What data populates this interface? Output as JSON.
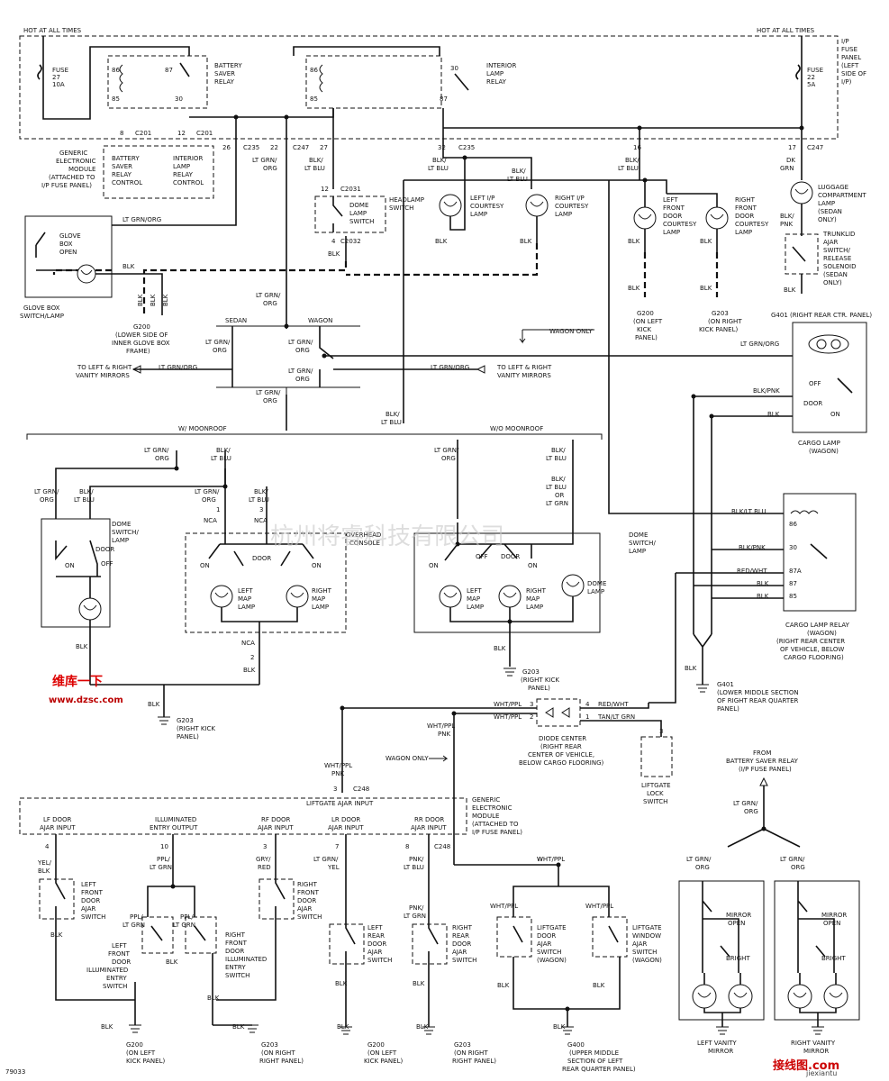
{
  "labels": {
    "hot_left": "HOT AT ALL TIMES",
    "hot_right": "HOT AT ALL TIMES",
    "ip_fuse_panel": [
      "I/P",
      "FUSE",
      "PANEL",
      "(LEFT",
      "SIDE OF",
      "I/P)"
    ],
    "fuse27": [
      "FUSE",
      "27",
      "10A"
    ],
    "fuse22": [
      "FUSE",
      "22",
      "5A"
    ],
    "battery_saver_relay": [
      "BATTERY",
      "SAVER",
      "RELAY"
    ],
    "interior_lamp_relay": [
      "INTERIOR",
      "LAMP",
      "RELAY"
    ],
    "relay_pins_bsr": [
      "86",
      "87",
      "85",
      "30"
    ],
    "relay_pins_ilr": [
      "86",
      "30",
      "85",
      "87"
    ],
    "conn_c201_a": "C201",
    "conn_c201_b": "C201",
    "conn_c235_a": "C235",
    "conn_c247_a": "C247",
    "conn_c235_b": "C235",
    "conn_c247_b": "C247",
    "pin_8": "8",
    "pin_12": "12",
    "pin_26": "26",
    "pin_22": "22",
    "pin_27": "27",
    "pin_32": "32",
    "pin_16": "16",
    "pin_17": "17",
    "gem_top": [
      "GENERIC",
      "ELECTRONIC",
      "MODULE",
      "(ATTACHED TO",
      "I/P FUSE PANEL)"
    ],
    "bsr_control": [
      "BATTERY",
      "SAVER",
      "RELAY",
      "CONTROL"
    ],
    "ilr_control": [
      "INTERIOR",
      "LAMP",
      "RELAY",
      "CONTROL"
    ],
    "w_ltgrn_org_1": [
      "LT GRN/",
      "ORG"
    ],
    "w_blk_ltblu_1": [
      "BLK/",
      "LT BLU"
    ],
    "w_blk_ltblu_2": [
      "BLK/",
      "LT BLU"
    ],
    "w_blk_ltblu_3": [
      "BLK/",
      "LT BLU"
    ],
    "w_blk_ltblu_4": [
      "BLK/",
      "LT BLU"
    ],
    "w_dk_grn": [
      "DK",
      "GRN"
    ],
    "c2031": "C2031",
    "c2032": "C2032",
    "pin_12b": "12",
    "pin_4": "4",
    "dome_lamp_switch": [
      "DOME",
      "LAMP",
      "SWITCH"
    ],
    "headlamp_switch": [
      "HEADLAMP",
      "SWITCH"
    ],
    "left_ip_courtesy": [
      "LEFT I/P",
      "COURTESY",
      "LAMP"
    ],
    "right_ip_courtesy": [
      "RIGHT I/P",
      "COURTESY",
      "LAMP"
    ],
    "left_front_door_courtesy": [
      "LEFT",
      "FRONT",
      "DOOR",
      "COURTESY",
      "LAMP"
    ],
    "right_front_door_courtesy": [
      "RIGHT",
      "FRONT",
      "DOOR",
      "COURTESY",
      "LAMP"
    ],
    "luggage_lamp": [
      "LUGGAGE",
      "COMPARTMENT",
      "LAMP",
      "(SEDAN",
      "ONLY)"
    ],
    "trunklid_switch": [
      "TRUNKLID",
      "AJAR",
      "SWITCH/",
      "RELEASE",
      "SOLENOID",
      "(SEDAN",
      "ONLY)"
    ],
    "blk_pnk": [
      "BLK/",
      "PNK"
    ],
    "glove_box": [
      "GLOVE",
      "BOX",
      "OPEN"
    ],
    "glove_box_switch": [
      "GLOVE BOX",
      "SWITCH/LAMP"
    ],
    "ltgrn_org_glove": "LT GRN/ORG",
    "blk": "BLK",
    "g200_a": [
      "G200",
      "(LOWER SIDE OF",
      "INNER GLOVE BOX",
      "FRAME)"
    ],
    "g200_b": [
      "G200",
      "(ON LEFT",
      "KICK",
      "PANEL)"
    ],
    "g203_a": [
      "G203",
      "(ON RIGHT",
      "KICK PANEL)"
    ],
    "g401_a": "G401 (RIGHT REAR CTR. PANEL)",
    "sedan": "SEDAN",
    "wagon": "WAGON",
    "wagon_only": "WAGON ONLY",
    "wagon_only_2": "WAGON ONLY",
    "to_vanity_left": [
      "TO LEFT & RIGHT",
      "VANITY MIRRORS"
    ],
    "to_vanity_right": [
      "TO LEFT & RIGHT",
      "VANITY MIRRORS"
    ],
    "lt_grn_org": "LT GRN/ORG",
    "lt_grn_org_b": "LT GRN/ORG",
    "lt_grn_org_c": "LT GRN/ORG",
    "lt_grn_org_v": [
      "LT GRN/",
      "ORG"
    ],
    "blk_pnk_h": "BLK/PNK",
    "blk_pnk_h2": "BLK/PNK",
    "blk_ltblu_h": "BLK/LT BLU",
    "red_wht": "RED/WHT",
    "red_wht_2": "RED/WHT",
    "cargo_lamp": [
      "CARGO LAMP",
      "(WAGON)"
    ],
    "cargo_sw": [
      "OFF",
      "DOOR",
      "ON"
    ],
    "cargo_relay": [
      "CARGO LAMP RELAY",
      "(WAGON)",
      "(RIGHT REAR CENTER",
      "OF VEHICLE, BELOW",
      "CARGO FLOORING)"
    ],
    "cargo_relay_pins": [
      "86",
      "30",
      "87A",
      "87",
      "85"
    ],
    "w_moonroof": "W/ MOONROOF",
    "wo_moonroof": "W/O MOONROOF",
    "dome_switch_lamp": [
      "DOME",
      "SWITCH/",
      "LAMP"
    ],
    "dome_switch_lamp_2": [
      "DOME",
      "SWITCH/",
      "LAMP"
    ],
    "overhead_console": [
      "OVERHEAD",
      "CONSOLE"
    ],
    "on": "ON",
    "off": "OFF",
    "door": "DOOR",
    "nca": "NCA",
    "left_map_lamp": [
      "LEFT",
      "MAP",
      "LAMP"
    ],
    "right_map_lamp": [
      "RIGHT",
      "MAP",
      "LAMP"
    ],
    "dome_lamp": [
      "DOME",
      "LAMP"
    ],
    "blk_ltblu_or_ltgrn": [
      "BLK/",
      "LT BLU",
      "OR",
      "LT GRN"
    ],
    "g203_b": [
      "G203",
      "(RIGHT KICK",
      "PANEL)"
    ],
    "g203_c": [
      "G203",
      "(RIGHT KICK",
      "PANEL)"
    ],
    "g401_b": [
      "G401",
      "(LOWER MIDDLE SECTION",
      "OF RIGHT REAR QUARTER",
      "PANEL)"
    ],
    "diode_center": [
      "DIODE CENTER",
      "(RIGHT REAR",
      "CENTER OF VEHICLE,",
      "BELOW CARGO FLOORING)"
    ],
    "wht_ppl": "WHT/PPL",
    "wht_ppl_b": "WHT/PPL",
    "tan_ltgrn": "TAN/LT GRN",
    "liftgate_lock": [
      "LIFTGATE",
      "LOCK",
      "SWITCH"
    ],
    "gem_bottom": [
      "GENERIC",
      "ELECTRONIC",
      "MODULE",
      "(ATTACHED TO",
      "I/P FUSE PANEL)"
    ],
    "liftgate_ajar_input": "LIFTGATE AJAR INPUT",
    "c248": "C248",
    "c248_b": "C248",
    "lf_door_ajar": [
      "LF DOOR",
      "AJAR INPUT"
    ],
    "illum_entry": [
      "ILLUMINATED",
      "ENTRY OUTPUT"
    ],
    "rf_door_ajar": [
      "RF DOOR",
      "AJAR INPUT"
    ],
    "lr_door_ajar": [
      "LR DOOR",
      "AJAR INPUT"
    ],
    "rr_door_ajar": [
      "RR DOOR",
      "AJAR INPUT"
    ],
    "yel_blk": [
      "YEL/",
      "BLK"
    ],
    "ppl_ltgrn": [
      "PPL/",
      "LT GRN"
    ],
    "gry_red": [
      "GRY/",
      "RED"
    ],
    "ltgrn_yel": [
      "LT GRN/",
      "YEL"
    ],
    "pnk_ltblu": [
      "PNK/",
      "LT BLU"
    ],
    "pnk_ltgrn": [
      "PNK/",
      "LT GRN"
    ],
    "lf_door_sw": [
      "LEFT",
      "FRONT",
      "DOOR",
      "AJAR",
      "SWITCH"
    ],
    "lf_illum_sw": [
      "LEFT",
      "FRONT",
      "DOOR",
      "ILLUMINATED",
      "ENTRY",
      "SWITCH"
    ],
    "rf_door_sw": [
      "RIGHT",
      "FRONT",
      "DOOR",
      "AJAR",
      "SWITCH"
    ],
    "rf_illum_sw": [
      "RIGHT",
      "FRONT",
      "DOOR",
      "ILLUMINATED",
      "ENTRY",
      "SWITCH"
    ],
    "lr_door_sw": [
      "LEFT",
      "REAR",
      "DOOR",
      "AJAR",
      "SWITCH"
    ],
    "rr_door_sw": [
      "RIGHT",
      "REAR",
      "DOOR",
      "AJAR",
      "SWITCH"
    ],
    "liftgate_door_sw": [
      "LIFTGATE",
      "DOOR",
      "AJAR",
      "SWITCH",
      "(WAGON)"
    ],
    "liftgate_window_sw": [
      "LIFTGATE",
      "WINDOW",
      "AJAR",
      "SWITCH",
      "(WAGON)"
    ],
    "g200_c": [
      "G200",
      "(ON LEFT",
      "KICK PANEL)"
    ],
    "g203_d": [
      "G203",
      "(ON RIGHT",
      "RIGHT PANEL)"
    ],
    "g200_d": [
      "G200",
      "(ON LEFT",
      "KICK PANEL)"
    ],
    "g203_e": [
      "G203",
      "(ON RIGHT",
      "RIGHT PANEL)"
    ],
    "g400": [
      "G400",
      "(UPPER MIDDLE",
      "SECTION OF LEFT",
      "REAR QUARTER PANEL)"
    ],
    "from_bsr": [
      "FROM",
      "BATTERY SAVER RELAY",
      "(I/P FUSE PANEL)"
    ],
    "mirror_open": [
      "MIRROR",
      "OPEN"
    ],
    "bright": "BRIGHT",
    "left_vanity": [
      "LEFT VANITY",
      "MIRROR"
    ],
    "right_vanity": [
      "RIGHT VANITY",
      "MIRROR"
    ],
    "pin_nums_bottom": [
      "4",
      "10",
      "3",
      "7",
      "8",
      "3"
    ],
    "diode_pins": [
      "3",
      "2",
      "4",
      "1"
    ],
    "nca_pins": [
      "1",
      "3",
      "2"
    ],
    "watermark": "杭州将睿科技有限公司",
    "logo_text_1": "维库一下",
    "logo_text_2": "www.dzsc.com",
    "footer_brand": "接线图",
    "footer_com": ".com",
    "footer_url": "jiexiantu",
    "fig_id": "79033"
  }
}
